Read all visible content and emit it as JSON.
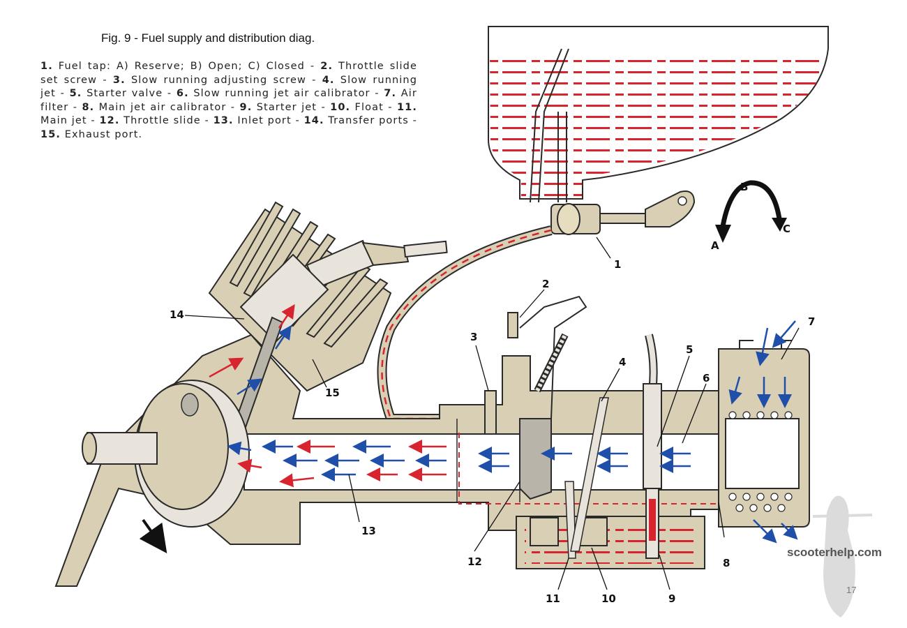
{
  "figure": {
    "title": "Fig. 9 - Fuel supply and distribution diag.",
    "legend": [
      {
        "n": "1.",
        "text": "Fuel tap: A) Reserve; B) Open; C) Closed"
      },
      {
        "n": "2.",
        "text": "Throttle slide set screw"
      },
      {
        "n": "3.",
        "text": "Slow running adjusting screw"
      },
      {
        "n": "4.",
        "text": "Slow running jet"
      },
      {
        "n": "5.",
        "text": "Starter valve"
      },
      {
        "n": "6.",
        "text": "Slow running jet air calibrator"
      },
      {
        "n": "7.",
        "text": "Air filter"
      },
      {
        "n": "8.",
        "text": "Main jet air calibrator"
      },
      {
        "n": "9.",
        "text": "Starter jet"
      },
      {
        "n": "10.",
        "text": "Float"
      },
      {
        "n": "11.",
        "text": "Main jet"
      },
      {
        "n": "12.",
        "text": "Throttle slide"
      },
      {
        "n": "13.",
        "text": "Inlet port"
      },
      {
        "n": "14.",
        "text": "Transfer ports"
      },
      {
        "n": "15.",
        "text": "Exhaust port."
      }
    ],
    "callouts": {
      "c1": "1",
      "c2": "2",
      "c3": "3",
      "c4": "4",
      "c5": "5",
      "c6": "6",
      "c7": "7",
      "c8": "8",
      "c9": "9",
      "c10": "10",
      "c11": "11",
      "c12": "12",
      "c13": "13",
      "c14": "14",
      "c15": "15",
      "tapA": "A",
      "tapB": "B",
      "tapC": "C"
    },
    "watermark": "scooterhelp.com",
    "page_number": "17"
  },
  "colors": {
    "casting": "#d9cfb4",
    "casting_outline": "#2a2a2a",
    "fuel": "#d8242f",
    "air": "#1f4fa8",
    "paper": "#ffffff"
  }
}
